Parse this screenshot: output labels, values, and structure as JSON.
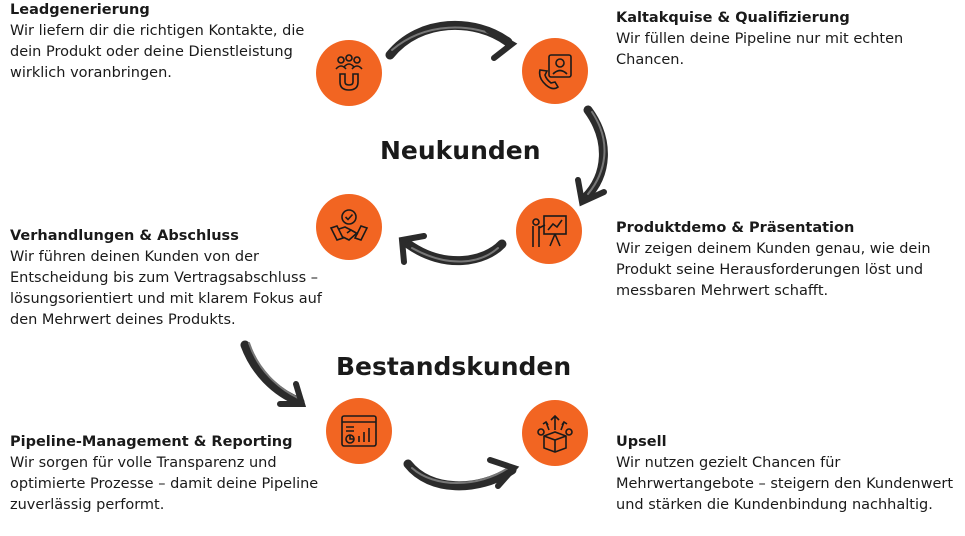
{
  "colors": {
    "accent": "#f26522",
    "icon": "#1a1a1a",
    "arrow": "#2b2b2b"
  },
  "center": {
    "neukunden": "Neukunden",
    "bestandskunden": "Bestandskunden"
  },
  "steps": {
    "leadgenerierung": {
      "title": "Leadgenerierung",
      "text": "Wir liefern dir die richtigen Kontakte, die dein Produkt oder deine Dienstleistung wirklich voranbringen.",
      "icon": "magnet-people-icon"
    },
    "kaltakquise": {
      "title": "Kaltakquise & Qualifizierung",
      "text": "Wir füllen deine Pipeline nur mit echten Chancen.",
      "icon": "phone-contact-icon"
    },
    "produktdemo": {
      "title": "Produktdemo & Präsentation",
      "text": "Wir zeigen deinem Kunden genau, wie dein Produkt seine Herausforderungen löst und messbaren Mehrwert schafft.",
      "icon": "presentation-icon"
    },
    "verhandlungen": {
      "title": "Verhandlungen & Abschluss",
      "text": "Wir führen deinen Kunden von der Entscheidung bis zum Vertragsabschluss – lösungsorientiert und mit klarem Fokus auf den Mehrwert deines Produkts.",
      "icon": "handshake-icon"
    },
    "pipeline": {
      "title": "Pipeline-Management & Reporting",
      "text": "Wir sorgen für volle Transparenz und optimierte Prozesse – damit deine Pipeline zuverlässig performt.",
      "icon": "dashboard-icon"
    },
    "upsell": {
      "title": "Upsell",
      "text": "Wir nutzen gezielt Chancen für Mehrwertangebote – steigern den Kundenwert und stärken die Kundenbindung nachhaltig.",
      "icon": "growth-box-icon"
    }
  }
}
